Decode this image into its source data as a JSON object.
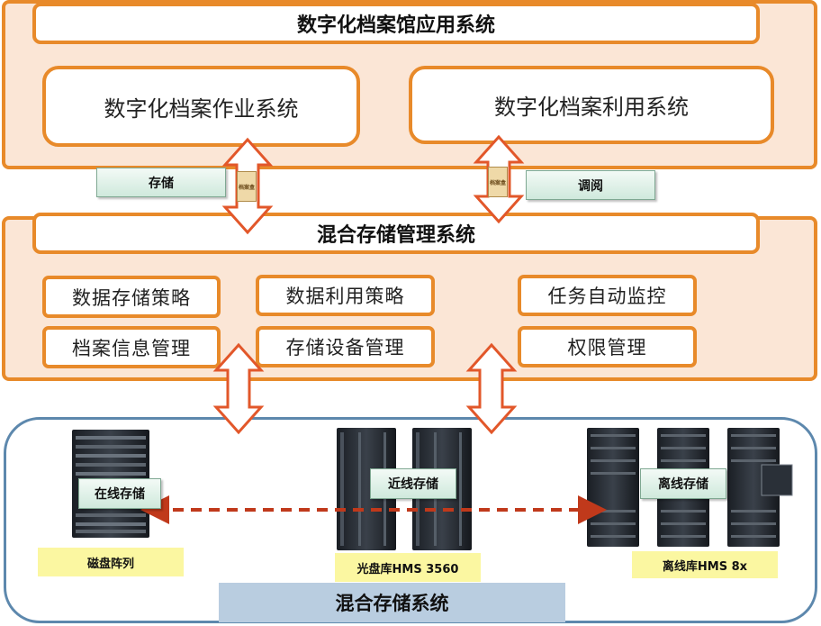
{
  "top": {
    "title": "数字化档案馆应用系统",
    "left_system": "数字化档案作业系统",
    "right_system": "数字化档案利用系统"
  },
  "connectors": {
    "left_label": "存储",
    "right_label": "调阅",
    "box_text": "档案盒"
  },
  "middle": {
    "title": "混合存储管理系统",
    "modules": [
      "数据存储策略",
      "数据利用策略",
      "任务自动监控",
      "档案信息管理",
      "存储设备管理",
      "权限管理"
    ]
  },
  "bottom": {
    "title": "混合存储系统",
    "online_label": "在线存储",
    "nearline_label": "近线存储",
    "offline_label": "离线存储",
    "disk_caption": "磁盘阵列",
    "optical_caption": "光盘库HMS 3560",
    "offline_caption": "离线库HMS 8x"
  },
  "colors": {
    "panel_border": "#e88a2a",
    "panel_fill": "#fbe6d6",
    "arrow_outline": "#e2572a",
    "dashed_arrow": "#c0391b",
    "storage_border": "#5d88ad"
  }
}
